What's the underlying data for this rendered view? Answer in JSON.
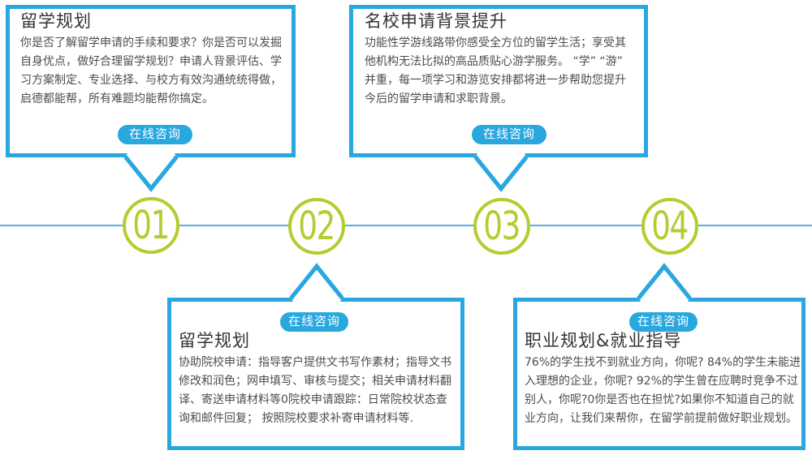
{
  "steps": [
    {
      "number": "01"
    },
    {
      "number": "02"
    },
    {
      "number": "03"
    },
    {
      "number": "04"
    }
  ],
  "boxes": [
    {
      "title": "留学规划",
      "body": "你是否了解留学申请的手续和要求？你是否可以发掘自身优点，做好合理留学规划？申请人背景评估、学习方案制定、专业选择、与校方有效沟通统统得做，启德都能帮，所有难题均能帮你搞定。",
      "button_label": "在线咨询"
    },
    {
      "title": "名校申请背景提升",
      "body": "功能性学游线路带你感受全方位的留学生活；享受其他机构无法比拟的高品质贴心游学服务。 “学” “游” 并重，每一项学习和游览安排都将进一步帮助您提升今后的留学申请和求职背景。",
      "button_label": "在线咨询"
    },
    {
      "title": "留学规划",
      "body": "协助院校申请：指导客户提供文书写作素材；指导文书修改和润色；网申填写、审核与提交；相关申请材料翻译、寄送申请材料等0院校申请跟踪：日常院校状态查询和邮件回复； 按照院校要求补寄申请材料等.",
      "button_label": "在线咨询"
    },
    {
      "title": "职业规划&就业指导",
      "body": "76%的学生找不到就业方向，你呢? 84%的学生未能进入理想的企业，你呢? 92%的学生曾在应聘时竞争不过别人，你呢?0你是否也在担忧?如果你不知道自己的就业方向，让我们来帮你，在留学前提前做好职业规划。",
      "button_label": "在线咨询"
    }
  ],
  "colors": {
    "accent_blue": "#29a7df",
    "line_blue": "#55b0e3",
    "step_green": "#b5cc2e"
  }
}
